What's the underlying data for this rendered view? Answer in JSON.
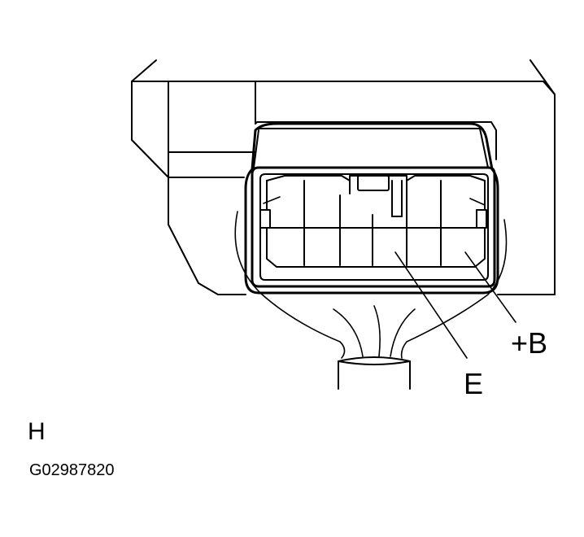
{
  "labels": {
    "positive_terminal": "+B",
    "ground_terminal": "E",
    "view_letter": "H",
    "figure_code": "G02987820"
  }
}
